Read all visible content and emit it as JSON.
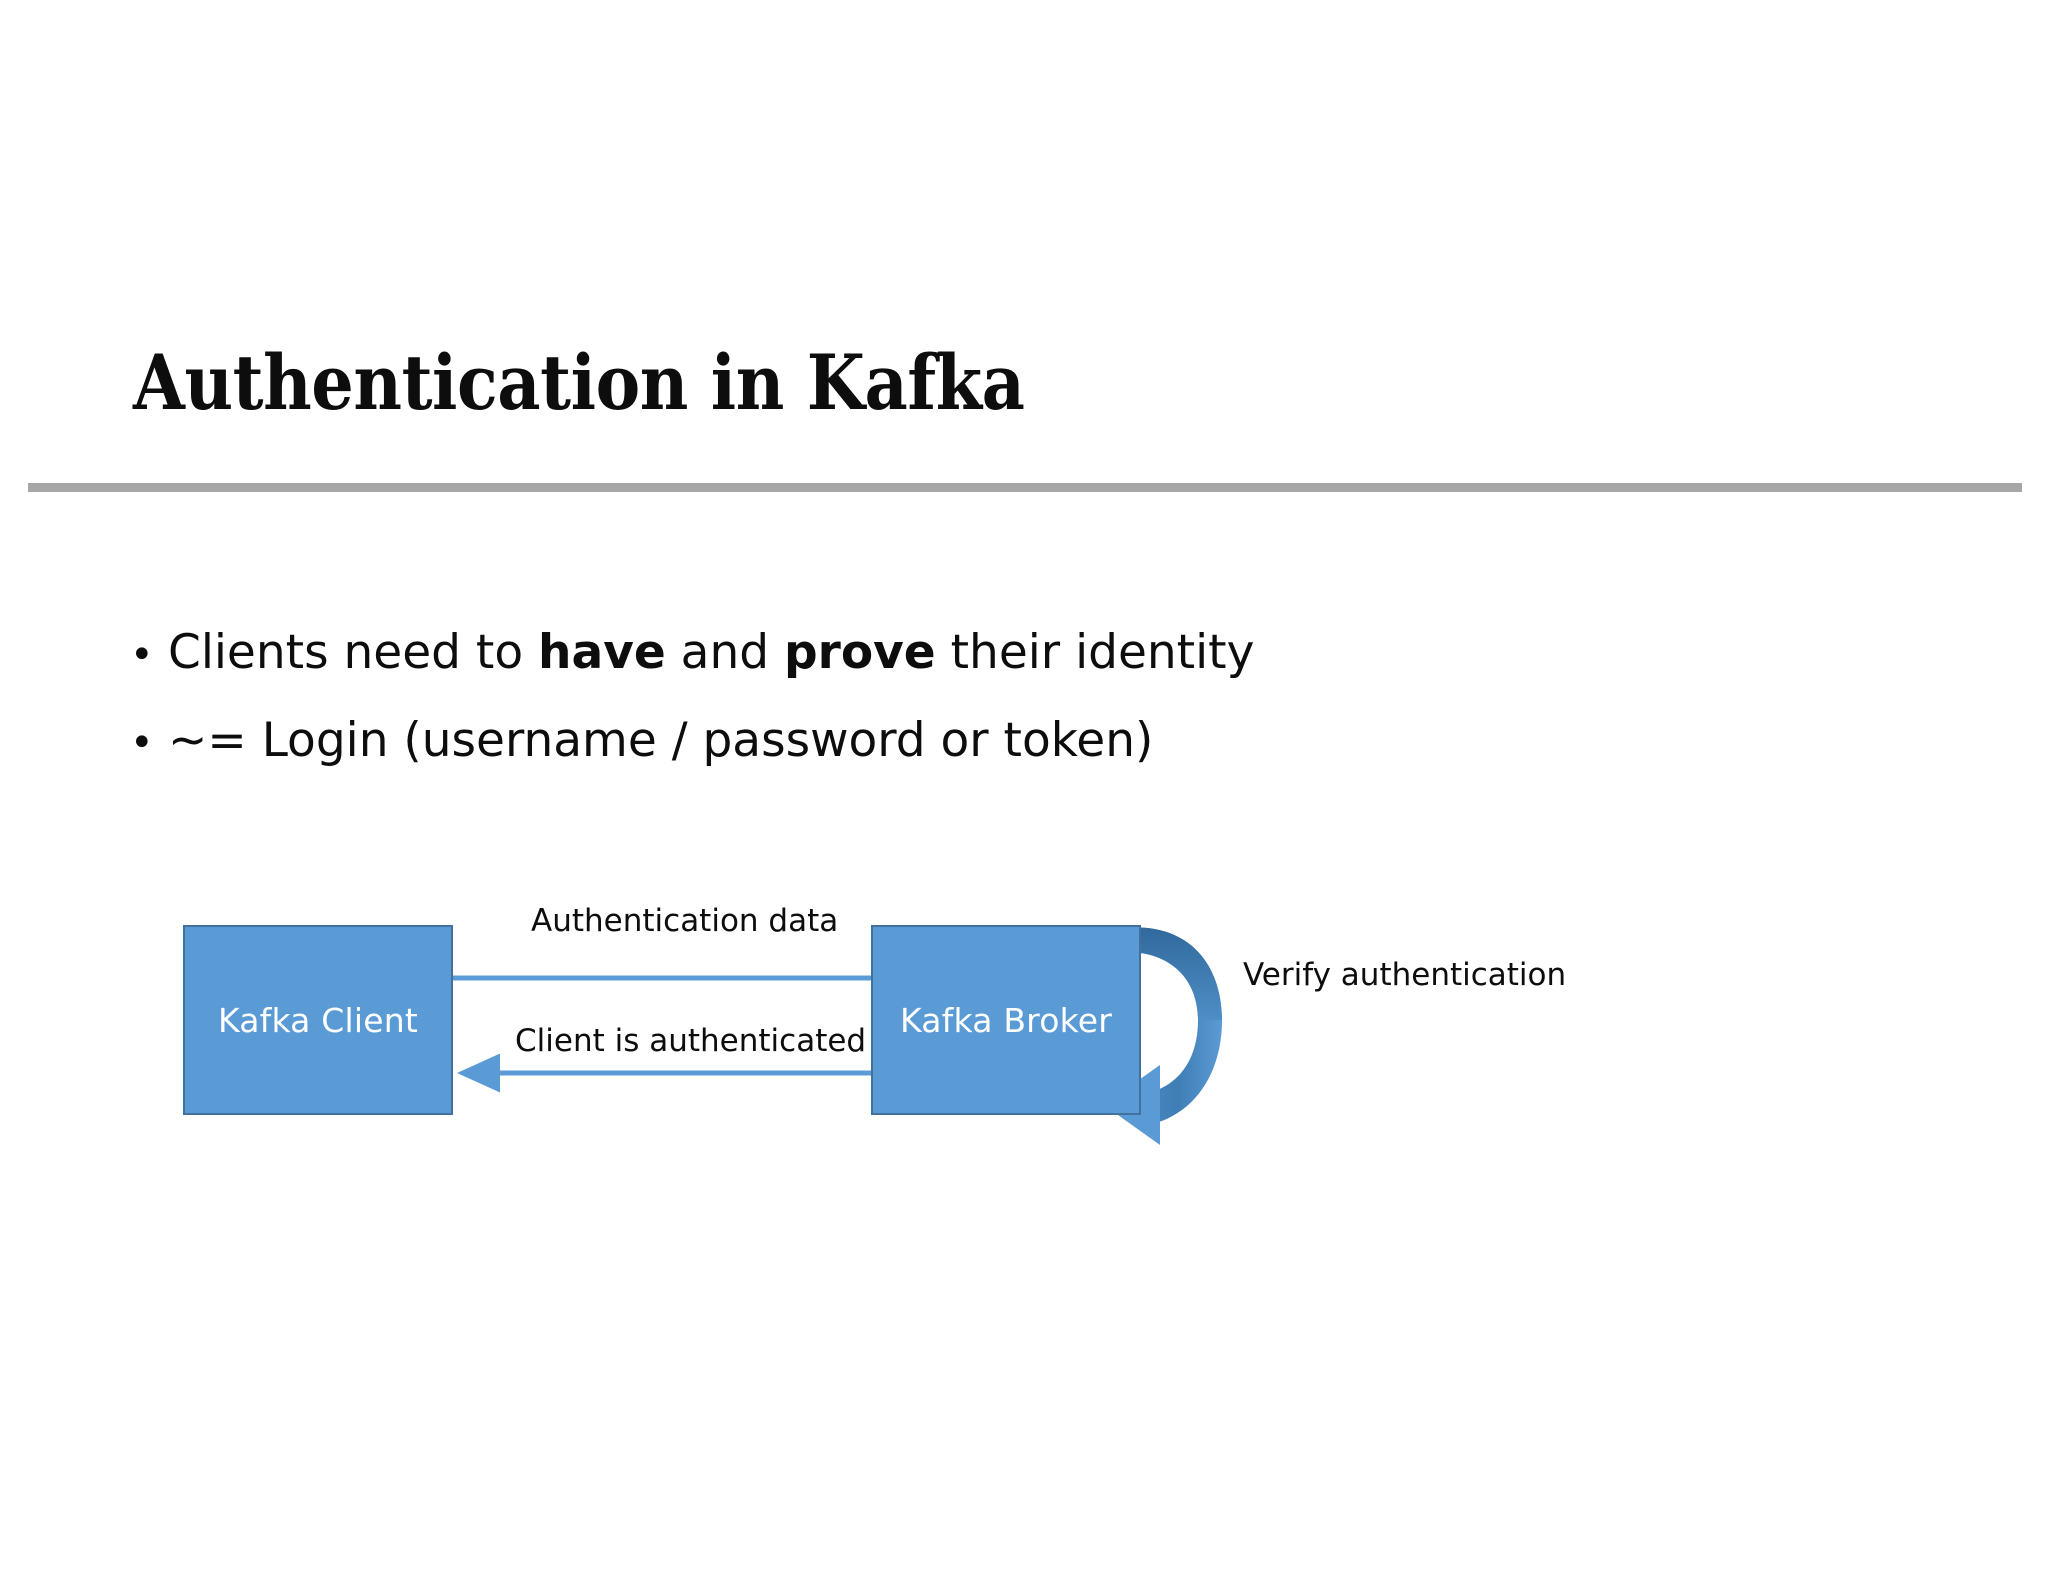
{
  "slide": {
    "title": "Authentication in Kafka",
    "bullet_char": "•",
    "bullets": [
      {
        "id": "bullet-identity",
        "segments": [
          {
            "text": "Clients need to ",
            "bold": false
          },
          {
            "text": "have",
            "bold": true
          },
          {
            "text": " and ",
            "bold": false
          },
          {
            "text": "prove",
            "bold": true
          },
          {
            "text": " their identity",
            "bold": false
          }
        ]
      },
      {
        "id": "bullet-login",
        "segments": [
          {
            "text": "~= Login (username / password or token)",
            "bold": false
          }
        ]
      }
    ]
  },
  "diagram": {
    "nodes": [
      {
        "id": "kafka-client",
        "label": "Kafka Client"
      },
      {
        "id": "kafka-broker",
        "label": "Kafka Broker"
      }
    ],
    "flows": [
      {
        "id": "auth-data",
        "label": "Authentication data",
        "direction": "client-to-broker"
      },
      {
        "id": "client-authenticated",
        "label": "Client is authenticated",
        "direction": "broker-to-client"
      },
      {
        "id": "verify-authentication",
        "label": "Verify authentication",
        "direction": "broker-self-loop"
      }
    ]
  },
  "colors": {
    "box_fill": "#5B9BD5",
    "box_border": "#41719C",
    "arrow_line": "#5B9BD5",
    "loop_arrow_dark": "#3E7CB1",
    "loop_arrow_light": "#5B9BD5",
    "divider": "#A6A6A6",
    "text": "#0D0D0D",
    "box_text": "#FFFFFF",
    "background": "#FFFFFF"
  }
}
